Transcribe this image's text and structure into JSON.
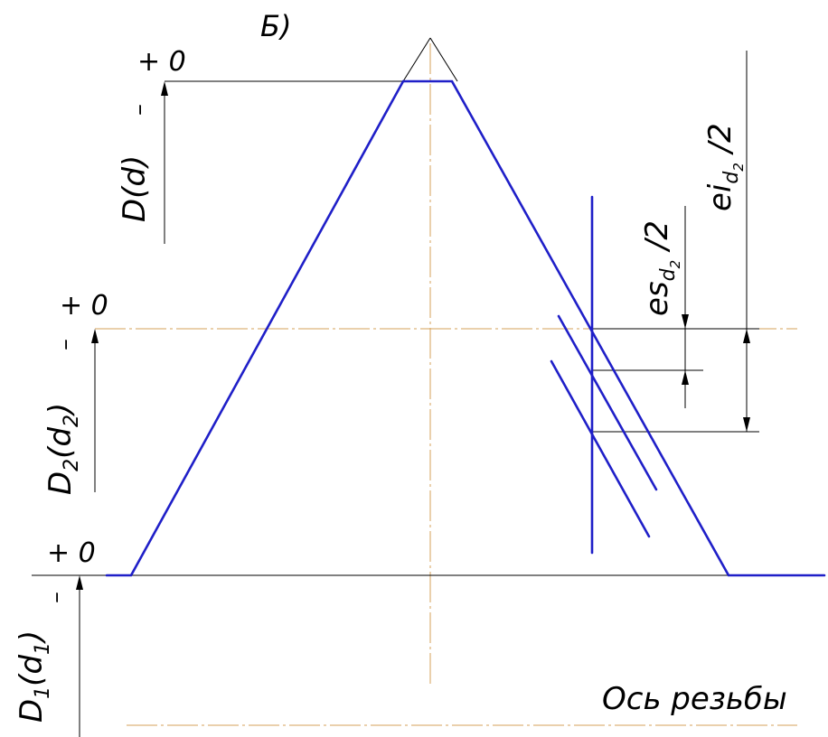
{
  "diagram": {
    "view_label": "Б)",
    "plus_zero": "+ 0",
    "minus": "–",
    "d_outer_label": "D(d)",
    "d2_label_base": "D",
    "d2_label_sub": "2",
    "d2_label_mid": "(d",
    "d2_label_sub2": "2",
    "d2_label_end": ")",
    "d1_label_base": "D",
    "d1_label_sub": "1",
    "d1_label_mid": "(d",
    "d1_label_sub2": "1",
    "d1_label_end": ")",
    "es_label_base": "es",
    "es_label_sub": "d",
    "es_label_sub2": "2",
    "es_label_tail": " /2",
    "ei_label_base": "ei",
    "ei_label_sub": "d",
    "ei_label_sub2": "2",
    "ei_label_tail": " /2",
    "axis_caption": "Ось резьбы",
    "colors": {
      "profile": "#1f1fc8",
      "centerline": "#d6a25a",
      "dimension": "#000000"
    }
  }
}
